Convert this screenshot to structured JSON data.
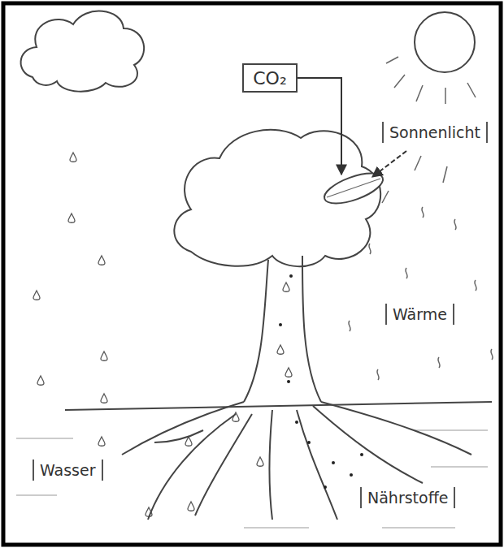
{
  "diagram": {
    "nodes": [
      {
        "text": [
          "CO₂"
        ]
      }
    ],
    "labels": [
      "Sonnenlicht",
      "Wärme",
      "Wasser",
      "Nährstoffe"
    ]
  }
}
